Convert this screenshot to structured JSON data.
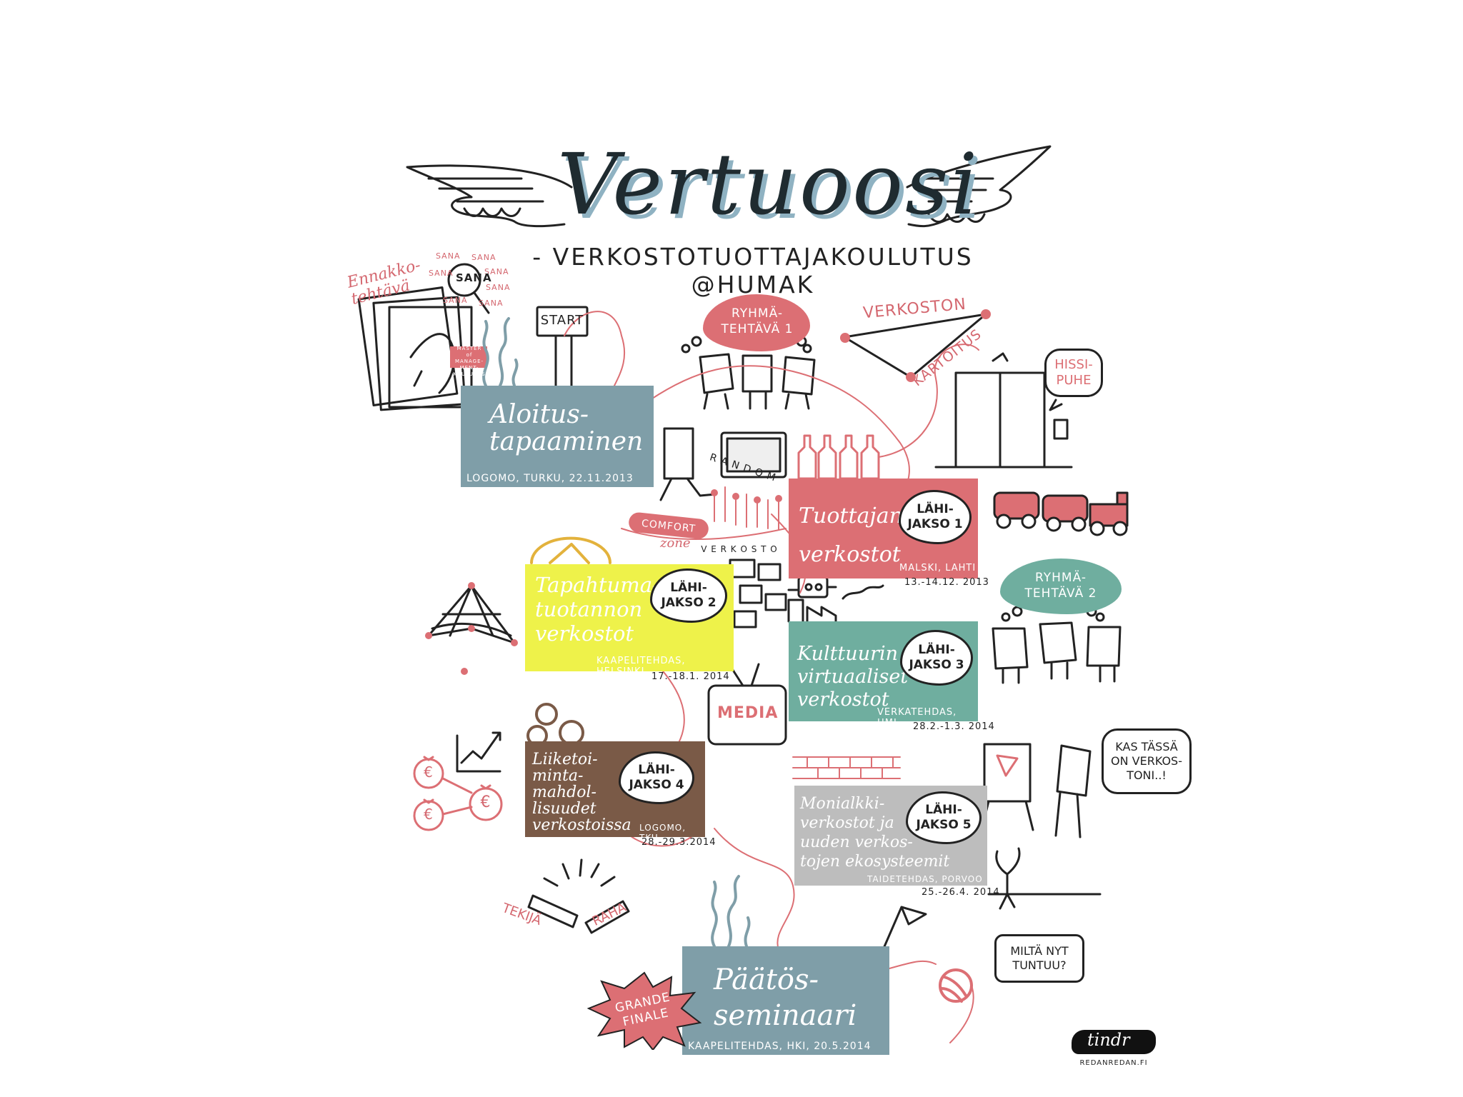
{
  "header": {
    "title": "Vertuoosi",
    "subtitle": "- VERKOSTOTUOTTAJAKOULUTUS @HUMAK"
  },
  "stages": {
    "aloitus": {
      "name": "Aloitus-\ntapaaminen",
      "place": "LOGOMO, TURKU, 22.11.2013",
      "color": "#7f9ea8"
    },
    "jakso1": {
      "name": "Tuottajan\nverkostot",
      "cloud": "LÄHI-\nJAKSO 1",
      "place": "MALSKI, LAHTI",
      "date": "13.-14.12. 2013",
      "color": "#dc6f74"
    },
    "jakso2": {
      "name": "Tapahtuma-\ntuotannon\nverkostot",
      "cloud": "LÄHI-\nJAKSO 2",
      "place": "KAAPELITEHDAS, HELSINKI",
      "date": "17.-18.1. 2014",
      "color": "#eef24a"
    },
    "jakso3": {
      "name": "Kulttuurin\nvirtuaaliset\nverkostot",
      "cloud": "LÄHI-\nJAKSO 3",
      "place": "VERKATEHDAS, HML",
      "date": "28.2.-1.3. 2014",
      "color": "#6fae9f"
    },
    "jakso4": {
      "name": "Liiketoi-\nminta-\nmahdol-\nlisuudet\nverkostoissa",
      "cloud": "LÄHI-\nJAKSO 4",
      "place": "LOGOMO, TKU",
      "date": "28.-29.3.2014",
      "color": "#7a5a47"
    },
    "jakso5": {
      "name": "Monialkki-\nverkostot ja\nuuden verkos-\ntojen ekosysteemit",
      "cloud": "LÄHI-\nJAKSO 5",
      "place": "TAIDETEHDAS, PORVOO",
      "date": "25.-26.4. 2014",
      "color": "#bdbdbd"
    },
    "paatos": {
      "name": "Päätös-\nseminaari",
      "place": "KAAPELITEHDAS, HKI, 20.5.2014",
      "color": "#7f9ea8"
    }
  },
  "labels": {
    "ennakko": "Ennakko-\ntehtävä",
    "sana": "SANA",
    "master": "MASTER\nof MANAGE-\nMENT-KOULUTUS",
    "start": "START",
    "ryhma1": "RYHMÄ-\nTEHTÄVÄ 1",
    "ryhma2": "RYHMÄ-\nTEHTÄVÄ 2",
    "verkoston": "VERKOSTON",
    "kartoitus": "KARTOITUS",
    "hissi": "HISSI-\nPUHE",
    "comfort": "COMFORT",
    "zone": "zone",
    "random": "R A N D O M",
    "verkosto": "V E R K O S T O",
    "media": "MEDIA",
    "kas": "KAS TÄSSÄ\nON VERKOS-\nTONI..!",
    "tekija": "TEKIJÄ",
    "raha": "RAHA",
    "milta": "MILTÄ NYT\nTUNTUU?",
    "grande": "GRANDE\nFINALE",
    "signature": "tindr",
    "site": "REDANREDAN.FI",
    "euro": "€"
  },
  "colors": {
    "pink": "#dc6f74",
    "blue_grey": "#7f9ea8",
    "yellow": "#eef24a",
    "teal": "#6fae9f",
    "brown": "#7a5a47",
    "grey": "#bdbdbd",
    "ink": "#1f2b30"
  },
  "icons": [
    "wings-icon",
    "magnifier-icon",
    "document-icon",
    "start-sign-icon",
    "seaweed-icon",
    "cloud-icon",
    "people-icon",
    "elevator-icon",
    "train-icon",
    "bottles-icon",
    "tv-icon",
    "robot-icon",
    "network-web-icon",
    "money-bag-icon",
    "growth-chart-icon",
    "film-reels-icon",
    "brick-wall-icon",
    "flipchart-icon",
    "plant-icon",
    "handshake-icon",
    "flag-icon",
    "yarn-ball-icon",
    "burst-icon",
    "signature-icon"
  ]
}
